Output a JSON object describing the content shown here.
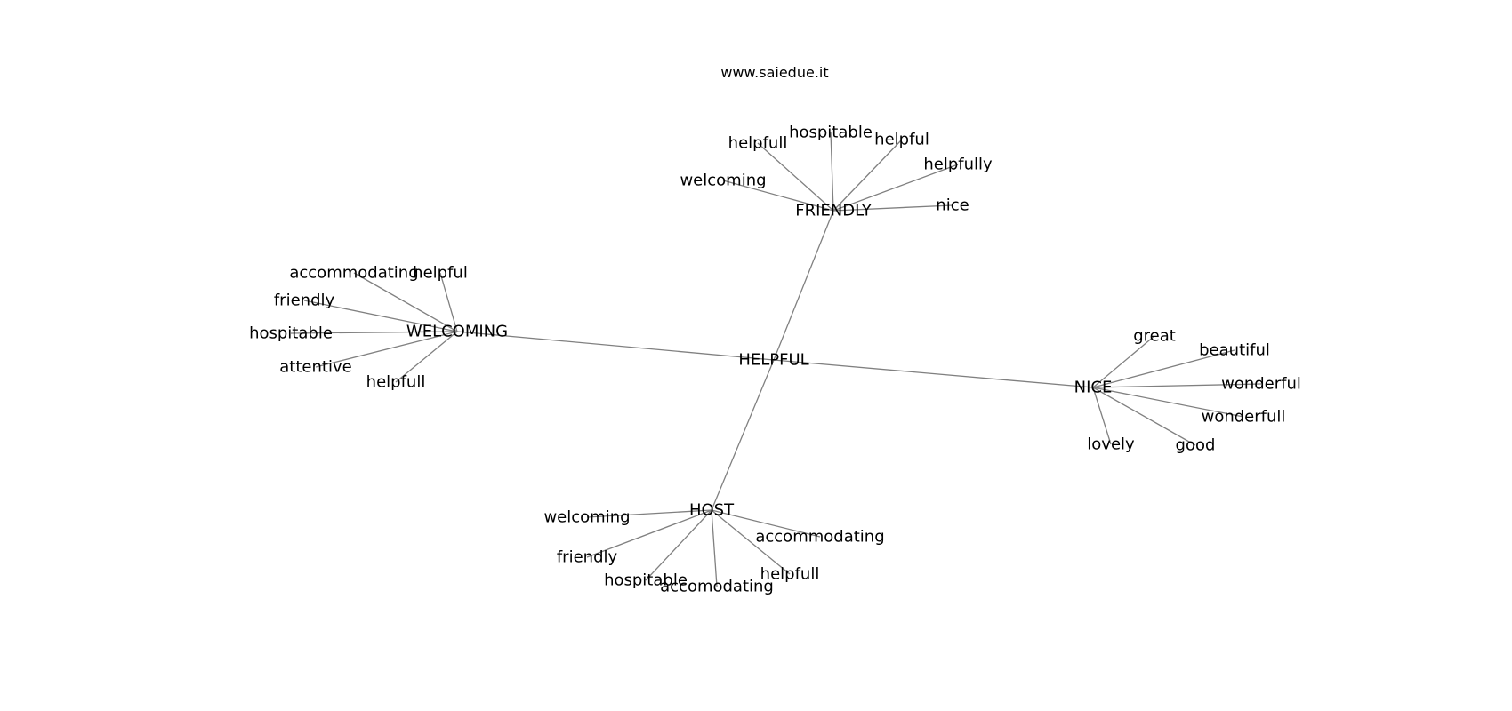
{
  "caption": "www.saiedue.it",
  "colors": {
    "edge": "#808080",
    "label": "#000000",
    "background": "#ffffff"
  },
  "graph": {
    "nodes": [
      {
        "id": "helpful_center",
        "label": "HELPFUL"
      },
      {
        "id": "friendly_hub",
        "label": "FRIENDLY"
      },
      {
        "id": "welcoming_hub",
        "label": "WELCOMING"
      },
      {
        "id": "nice_hub",
        "label": "NICE"
      },
      {
        "id": "host_hub",
        "label": "HOST"
      },
      {
        "id": "f_helpfull",
        "label": "helpfull"
      },
      {
        "id": "f_hospitable",
        "label": "hospitable"
      },
      {
        "id": "f_helpful",
        "label": "helpful"
      },
      {
        "id": "f_helpfully",
        "label": "helpfully"
      },
      {
        "id": "f_welcoming",
        "label": "welcoming"
      },
      {
        "id": "f_nice",
        "label": "nice"
      },
      {
        "id": "w_accommodating",
        "label": "accommodating"
      },
      {
        "id": "w_helpful",
        "label": "helpful"
      },
      {
        "id": "w_friendly",
        "label": "friendly"
      },
      {
        "id": "w_hospitable",
        "label": "hospitable"
      },
      {
        "id": "w_attentive",
        "label": "attentive"
      },
      {
        "id": "w_helpfull",
        "label": "helpfull"
      },
      {
        "id": "n_great",
        "label": "great"
      },
      {
        "id": "n_beautiful",
        "label": "beautiful"
      },
      {
        "id": "n_wonderful",
        "label": "wonderful"
      },
      {
        "id": "n_wonderfull",
        "label": "wonderfull"
      },
      {
        "id": "n_lovely",
        "label": "lovely"
      },
      {
        "id": "n_good",
        "label": "good"
      },
      {
        "id": "h_welcoming",
        "label": "welcoming"
      },
      {
        "id": "h_accommodating",
        "label": "accommodating"
      },
      {
        "id": "h_friendly",
        "label": "friendly"
      },
      {
        "id": "h_hospitable",
        "label": "hospitable"
      },
      {
        "id": "h_accomodating",
        "label": "accomodating"
      },
      {
        "id": "h_helpfull",
        "label": "helpfull"
      }
    ],
    "edges": [
      [
        "helpful_center",
        "friendly_hub"
      ],
      [
        "helpful_center",
        "welcoming_hub"
      ],
      [
        "helpful_center",
        "nice_hub"
      ],
      [
        "helpful_center",
        "host_hub"
      ],
      [
        "friendly_hub",
        "f_helpfull"
      ],
      [
        "friendly_hub",
        "f_hospitable"
      ],
      [
        "friendly_hub",
        "f_helpful"
      ],
      [
        "friendly_hub",
        "f_helpfully"
      ],
      [
        "friendly_hub",
        "f_welcoming"
      ],
      [
        "friendly_hub",
        "f_nice"
      ],
      [
        "welcoming_hub",
        "w_accommodating"
      ],
      [
        "welcoming_hub",
        "w_helpful"
      ],
      [
        "welcoming_hub",
        "w_friendly"
      ],
      [
        "welcoming_hub",
        "w_hospitable"
      ],
      [
        "welcoming_hub",
        "w_attentive"
      ],
      [
        "welcoming_hub",
        "w_helpfull"
      ],
      [
        "nice_hub",
        "n_great"
      ],
      [
        "nice_hub",
        "n_beautiful"
      ],
      [
        "nice_hub",
        "n_wonderful"
      ],
      [
        "nice_hub",
        "n_wonderfull"
      ],
      [
        "nice_hub",
        "n_lovely"
      ],
      [
        "nice_hub",
        "n_good"
      ],
      [
        "host_hub",
        "h_welcoming"
      ],
      [
        "host_hub",
        "h_accommodating"
      ],
      [
        "host_hub",
        "h_friendly"
      ],
      [
        "host_hub",
        "h_hospitable"
      ],
      [
        "host_hub",
        "h_accomodating"
      ],
      [
        "host_hub",
        "h_helpfull"
      ]
    ]
  }
}
